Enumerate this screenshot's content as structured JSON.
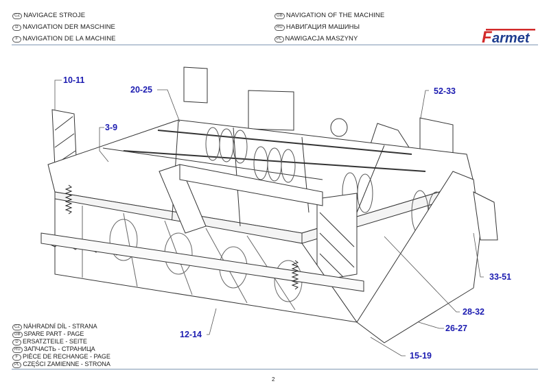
{
  "header": {
    "left": [
      {
        "lang": "CZ",
        "text": "NAVIGACE STROJE"
      },
      {
        "lang": "D",
        "text": "NAVIGATION DER MASCHINE"
      },
      {
        "lang": "F",
        "text": "NAVIGATION DE LA MACHINE"
      }
    ],
    "right": [
      {
        "lang": "GB",
        "text": "NAVIGATION OF THE MACHINE"
      },
      {
        "lang": "RU",
        "text": "НАВИГАЦИЯ МАШИНЫ"
      },
      {
        "lang": "PL",
        "text": "NAWIGACJA MASZYNY"
      }
    ],
    "logo_text": "Farmet",
    "logo_colors": {
      "red": "#d22a2a",
      "blue": "#1e3d8f"
    }
  },
  "callouts": [
    {
      "id": "10-11",
      "label": "10-11"
    },
    {
      "id": "20-25",
      "label": "20-25"
    },
    {
      "id": "3-9",
      "label": "3-9"
    },
    {
      "id": "52-33",
      "label": "52-33"
    },
    {
      "id": "33-51",
      "label": "33-51"
    },
    {
      "id": "28-32",
      "label": "28-32"
    },
    {
      "id": "26-27",
      "label": "26-27"
    },
    {
      "id": "12-14",
      "label": "12-14"
    },
    {
      "id": "15-19",
      "label": "15-19"
    }
  ],
  "footer": {
    "lines": [
      {
        "lang": "CZ",
        "text": "NÁHRADNÍ DÍL - STRANA"
      },
      {
        "lang": "GB",
        "text": "SPARE PART - PAGE"
      },
      {
        "lang": "D",
        "text": "ERSATZTEILE - SEITE"
      },
      {
        "lang": "RU",
        "text": "ЗАПЧАСТЬ - СТРАНИЦА"
      },
      {
        "lang": "F",
        "text": "PIÈCE DE RECHANGE - PAGE"
      },
      {
        "lang": "PL",
        "text": "CZĘŚCI ZAMIENNE - STRONA"
      }
    ],
    "page_number": "2"
  },
  "colors": {
    "callout": "#1b1bb0",
    "rule": "#7f97b3"
  }
}
